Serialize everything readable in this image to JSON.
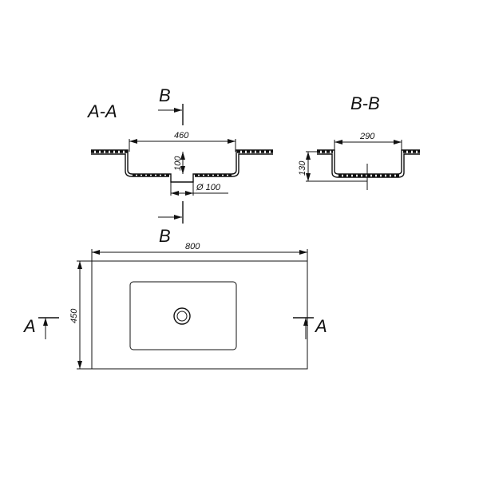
{
  "section_aa": {
    "label": "A-A",
    "width_dim": "460",
    "depth_dim": "100",
    "drain_dim": "Ø 100"
  },
  "section_bb": {
    "label": "B-B",
    "width_dim": "290",
    "depth_dim": "130"
  },
  "cut_b": {
    "top_label": "B",
    "bottom_label": "B"
  },
  "plan": {
    "width_dim": "800",
    "depth_dim": "450",
    "cut_left": "A",
    "cut_right": "A"
  }
}
